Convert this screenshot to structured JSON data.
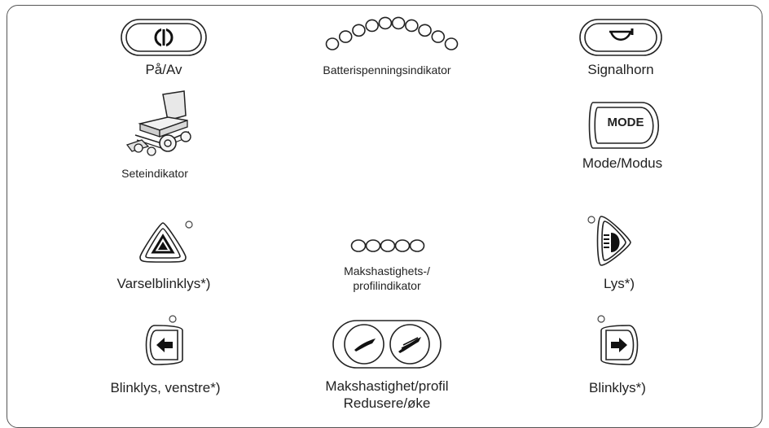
{
  "diagram": {
    "items": [
      {
        "key": "power",
        "label": "På/Av",
        "icon": "power-icon"
      },
      {
        "key": "battery",
        "label": "Batterispenningsindikator",
        "icon": "battery-indicator-icon"
      },
      {
        "key": "horn",
        "label": "Signalhorn",
        "icon": "horn-icon"
      },
      {
        "key": "seat",
        "label": "Seteindikator",
        "icon": "wheelchair-seat-icon"
      },
      {
        "key": "mode",
        "label": "Mode/Modus",
        "icon": "mode-button-icon",
        "button_text": "MODE"
      },
      {
        "key": "hazard",
        "label": "Varselblinklys*)",
        "icon": "hazard-warning-icon"
      },
      {
        "key": "speed_indicator",
        "label_line1": "Makshastighets-/",
        "label_line2": "profilindikator",
        "icon": "speed-profile-indicator-icon"
      },
      {
        "key": "lights",
        "label": "Lys*)",
        "icon": "headlight-icon"
      },
      {
        "key": "left_indicator",
        "label": "Blinklys, venstre*)",
        "icon": "arrow-left-icon"
      },
      {
        "key": "speed_buttons",
        "label_line1": "Makshastighet/profil",
        "label_line2": "Redusere/øke",
        "icon": "speed-up-down-icon"
      },
      {
        "key": "right_indicator",
        "label": "Blinklys*)",
        "icon": "arrow-right-icon"
      }
    ]
  }
}
